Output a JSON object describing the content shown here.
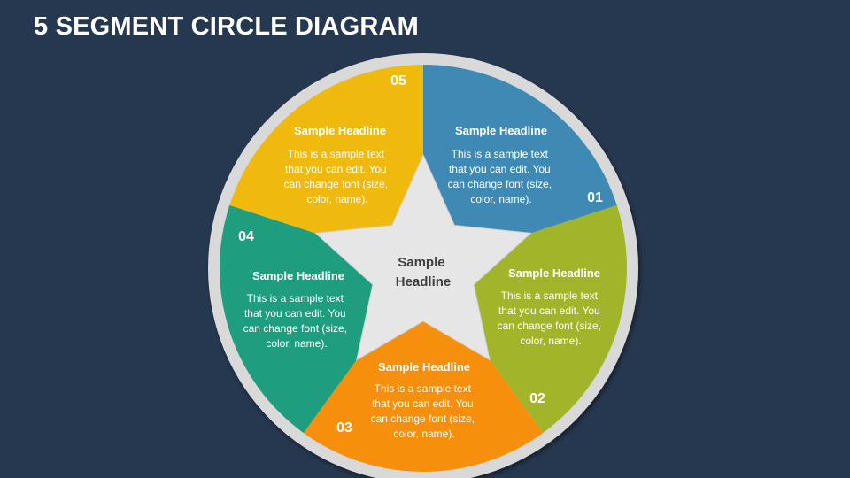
{
  "title": "5 SEGMENT CIRCLE DIAGRAM",
  "colors": {
    "background": "#263850",
    "ring": "#d9d9d9",
    "star": "#e6e6e6"
  },
  "center": {
    "headline_lines": [
      "Sample",
      "Headline"
    ]
  },
  "segments": [
    {
      "number": "01",
      "color": "#3f8ab5",
      "headline": "Sample Headline",
      "body_lines": [
        "This is a sample text",
        "that you can edit. You",
        "can change font (size,",
        "color, name)."
      ]
    },
    {
      "number": "02",
      "color": "#a2b52a",
      "headline": "Sample Headline",
      "body_lines": [
        "This is a sample text",
        "that you can edit. You",
        "can change font (size,",
        "color, name)."
      ]
    },
    {
      "number": "03",
      "color": "#f58f0c",
      "headline": "Sample Headline",
      "body_lines": [
        "This is a sample text",
        "that you can edit. You",
        "can change font (size,",
        "color, name)."
      ]
    },
    {
      "number": "04",
      "color": "#1e9e7e",
      "headline": "Sample Headline",
      "body_lines": [
        "This is a sample text",
        "that you can edit. You",
        "can change font (size,",
        "color, name)."
      ]
    },
    {
      "number": "05",
      "color": "#f0b90e",
      "headline": "Sample Headline",
      "body_lines": [
        "This is a sample text",
        "that you can edit. You",
        "can change font (size,",
        "color, name)."
      ]
    }
  ]
}
